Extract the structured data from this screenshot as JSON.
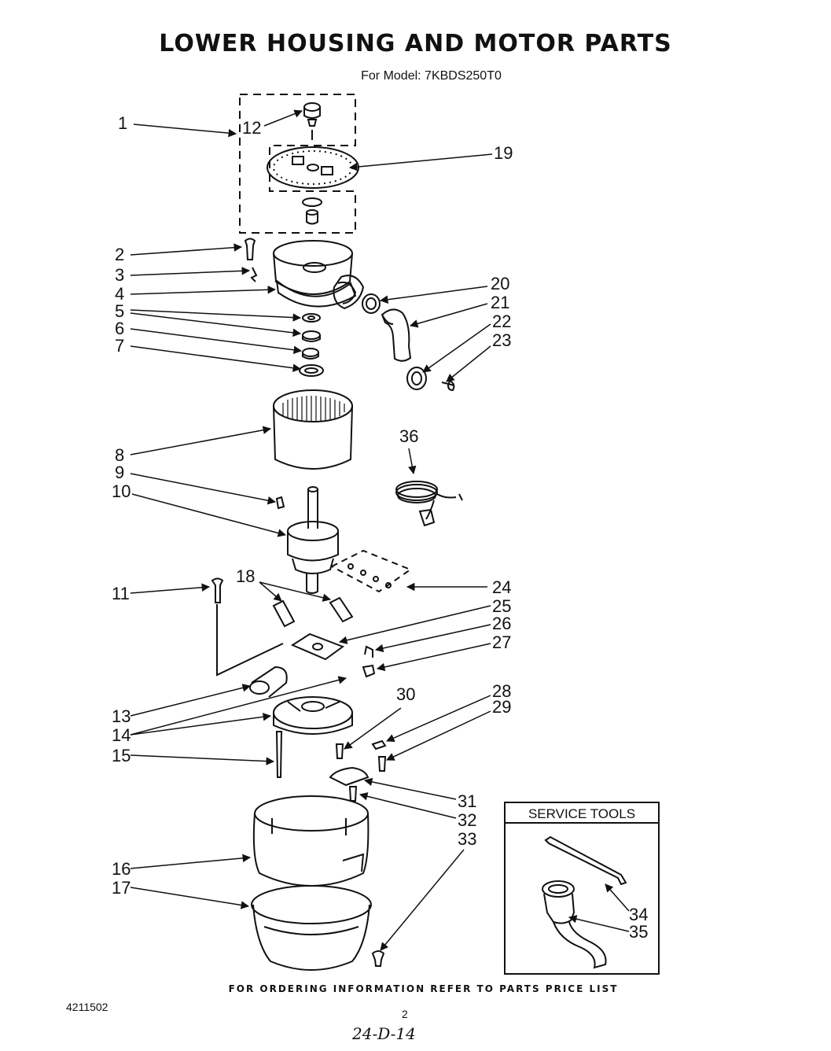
{
  "header": {
    "title": "LOWER HOUSING AND MOTOR PARTS",
    "subtitle": "For Model: 7KBDS250T0"
  },
  "callouts": [
    "1",
    "2",
    "3",
    "4",
    "5",
    "6",
    "7",
    "8",
    "9",
    "10",
    "11",
    "12",
    "13",
    "14",
    "15",
    "16",
    "17",
    "18",
    "19",
    "20",
    "21",
    "22",
    "23",
    "24",
    "25",
    "26",
    "27",
    "28",
    "29",
    "30",
    "31",
    "32",
    "33",
    "34",
    "35",
    "36"
  ],
  "service_tools": {
    "title": "SERVICE TOOLS"
  },
  "footer": {
    "ordering_note": "FOR ORDERING INFORMATION REFER TO PARTS PRICE LIST",
    "part_number": "4211502",
    "page_number": "2",
    "handwritten_note": "24-D-14"
  }
}
